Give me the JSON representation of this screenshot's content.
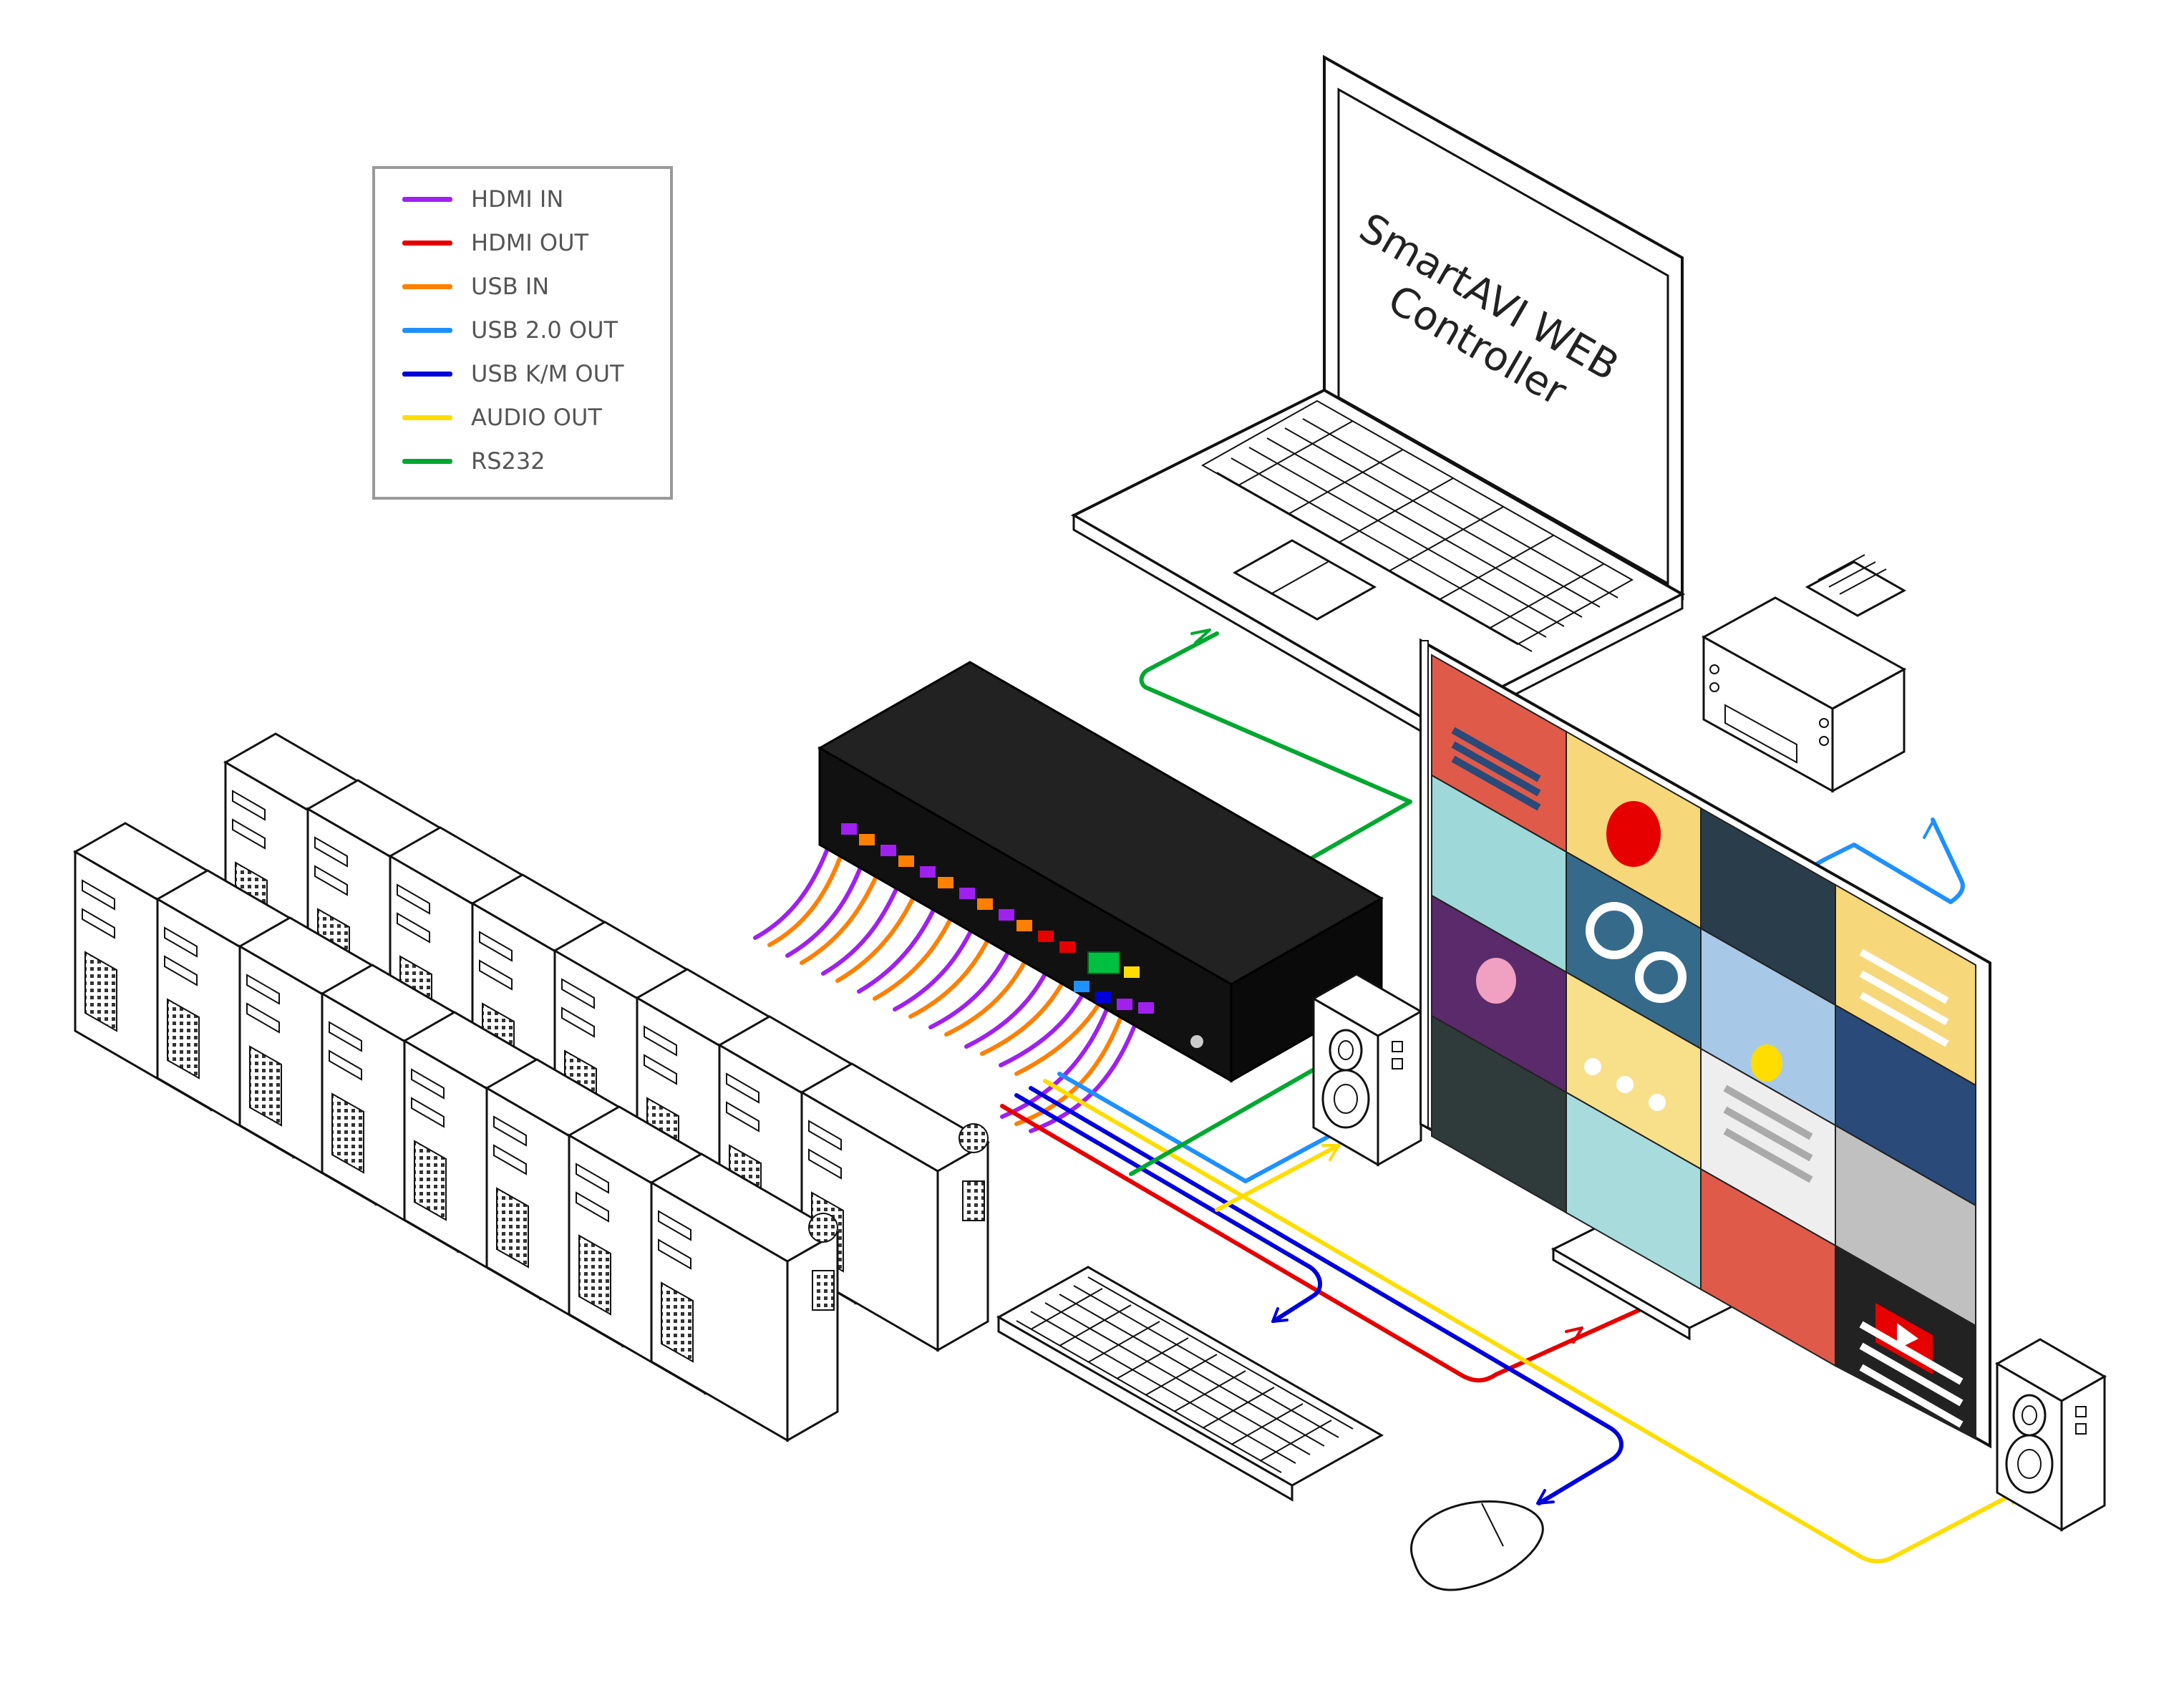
{
  "legend": {
    "items": [
      {
        "label": "HDMI IN",
        "color": "#a020f0"
      },
      {
        "label": "HDMI OUT",
        "color": "#e60000"
      },
      {
        "label": "USB IN",
        "color": "#ff7f00"
      },
      {
        "label": "USB 2.0 OUT",
        "color": "#1e90ff"
      },
      {
        "label": "USB K/M OUT",
        "color": "#0000dd"
      },
      {
        "label": "AUDIO OUT",
        "color": "#ffdd00"
      },
      {
        "label": "RS232",
        "color": "#00a830"
      }
    ]
  },
  "laptop": {
    "screen_line1": "SmartAVI WEB",
    "screen_line2": "Controller"
  },
  "devices": {
    "computer_count": 16,
    "switch_icon": "kvm-switch-icon",
    "monitor_icon": "monitor-icon",
    "printer_icon": "printer-icon",
    "keyboard_icon": "keyboard-icon",
    "mouse_icon": "mouse-icon",
    "speaker_icon": "speaker-icon"
  },
  "colors": {
    "hdmi_in": "#a020f0",
    "hdmi_out": "#e60000",
    "usb_in": "#ff7f00",
    "usb20_out": "#1e90ff",
    "usb_km_out": "#0000dd",
    "audio_out": "#ffdd00",
    "rs232": "#00a830"
  }
}
